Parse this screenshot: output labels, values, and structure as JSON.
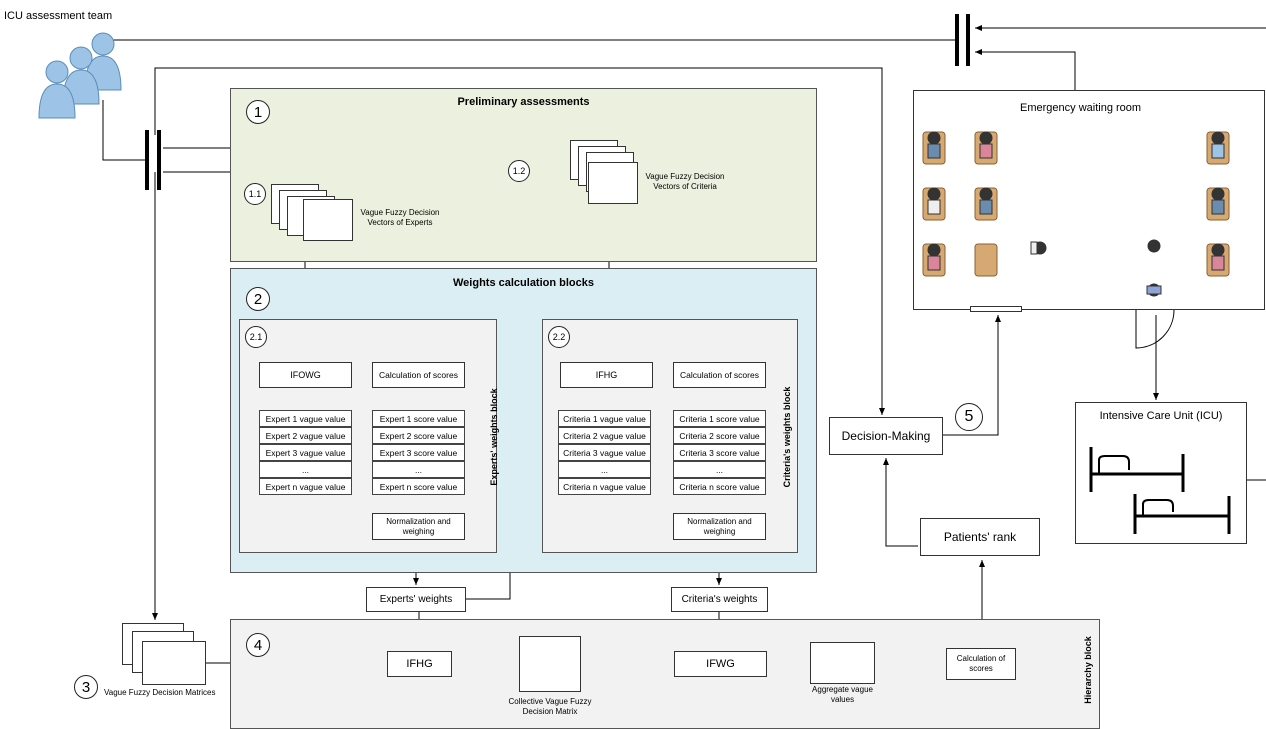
{
  "team_label": "ICU assessment team",
  "blocks": {
    "b1": {
      "num": "1",
      "title": "Preliminary assessments"
    },
    "b2": {
      "num": "2",
      "title": "Weights calculation blocks"
    },
    "b3": {
      "num": "3",
      "caption": "Vague Fuzzy Decision Matrices"
    },
    "b4": {
      "num": "4",
      "side": "Hierarchy block"
    },
    "b5": {
      "num": "5"
    }
  },
  "sub": {
    "s11": {
      "num": "1.1",
      "caption": "Vague Fuzzy Decision Vectors of Experts"
    },
    "s12": {
      "num": "1.2",
      "caption": "Vague Fuzzy Decision Vectors of Criteria"
    },
    "s21": {
      "num": "2.1",
      "side": "Experts' weights block"
    },
    "s22": {
      "num": "2.2",
      "side": "Criteria's weights block"
    }
  },
  "experts": {
    "op": "IFOWG",
    "calc": "Calculation of scores",
    "vague": [
      "Expert 1 vague value",
      "Expert 2 vague value",
      "Expert 3 vague value",
      "...",
      "Expert n vague value"
    ],
    "score": [
      "Expert 1 score value",
      "Expert 2 score value",
      "Expert 3 score value",
      "...",
      "Expert n score value"
    ],
    "norm": "Normalization and weighing",
    "weights": "Experts' weights"
  },
  "criteria": {
    "op": "IFHG",
    "calc": "Calculation of scores",
    "vague": [
      "Criteria 1 vague value",
      "Criteria 2 vague value",
      "Criteria 3 vague value",
      "...",
      "Criteria n vague value"
    ],
    "score": [
      "Criteria 1 score value",
      "Criteria  2 score value",
      "Criteria 3 score value",
      "...",
      "Criteria n score value"
    ],
    "norm": "Normalization and weighing",
    "weights": "Criteria's weights"
  },
  "hierarchy": {
    "op1": "IFHG",
    "collective": "Collective Vague Fuzzy Decision Matrix",
    "op2": "IFWG",
    "aggregate": "Aggregate vague values",
    "calc": "Calculation of scores"
  },
  "waiting_room": "Emergency waiting room",
  "icu": "Intensive Care Unit (ICU)",
  "decision": "Decision-Making",
  "rank": "Patients' rank",
  "colors": {
    "green": "#ebf1de",
    "blue": "#dbeef4",
    "gray": "#f2f2f2",
    "person": "#9dc3e6"
  }
}
